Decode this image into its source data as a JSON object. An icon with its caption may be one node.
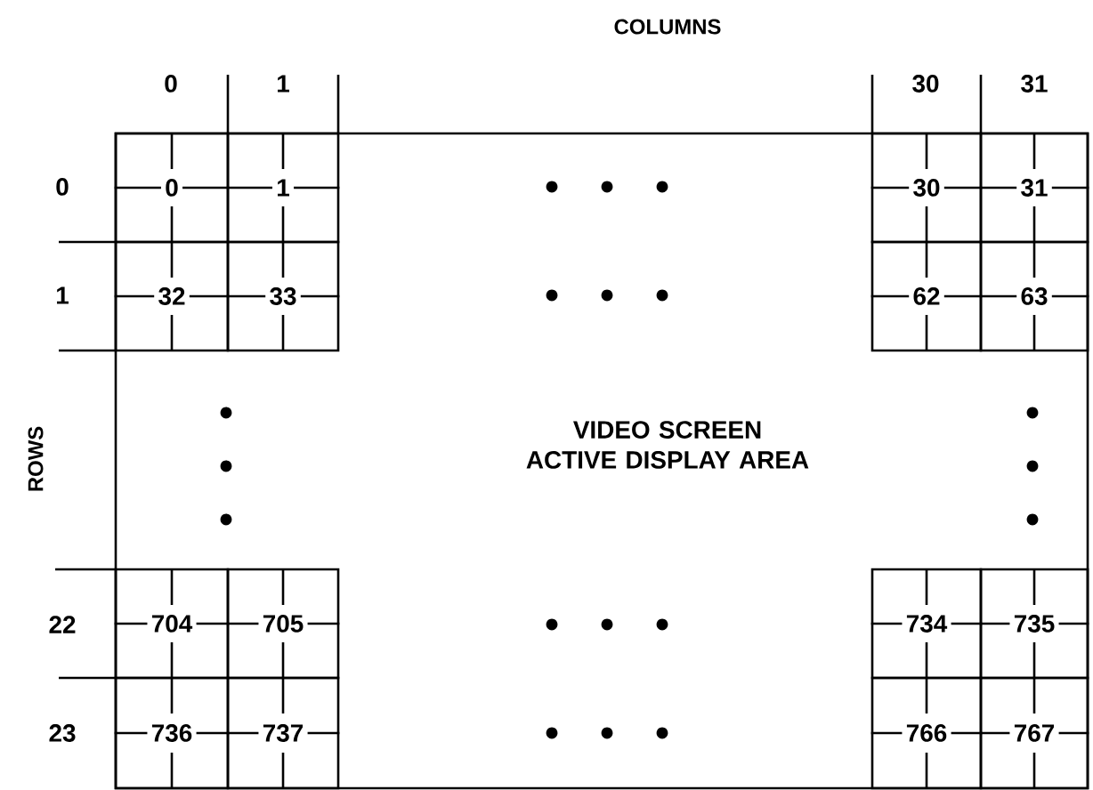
{
  "diagram": {
    "nodes": [
      {
        "text": [
          "VIDEO SCREEN ACTIVE DISPLAY AREA"
        ]
      },
      {
        "text": [
          "0"
        ],
        "in": 0
      },
      {
        "text": [
          "1"
        ],
        "in": 0
      },
      {
        "text": [
          "30"
        ],
        "in": 0
      },
      {
        "text": [
          "31"
        ],
        "in": 0
      },
      {
        "text": [
          "32"
        ],
        "in": 0
      },
      {
        "text": [
          "33"
        ],
        "in": 0
      },
      {
        "text": [
          "62"
        ],
        "in": 0
      },
      {
        "text": [
          "63"
        ],
        "in": 0
      },
      {
        "text": [
          "704"
        ],
        "in": 0
      },
      {
        "text": [
          "705"
        ],
        "in": 0
      },
      {
        "text": [
          "734"
        ],
        "in": 0
      },
      {
        "text": [
          "735"
        ],
        "in": 0
      },
      {
        "text": [
          "736"
        ],
        "in": 0
      },
      {
        "text": [
          "737"
        ],
        "in": 0
      },
      {
        "text": [
          "766"
        ],
        "in": 0
      },
      {
        "text": [
          "767"
        ],
        "in": 0
      }
    ],
    "labels": [
      "COLUMNS",
      "0",
      "1",
      "30",
      "31",
      "0",
      "1",
      "ROWS",
      "22",
      "23"
    ]
  }
}
